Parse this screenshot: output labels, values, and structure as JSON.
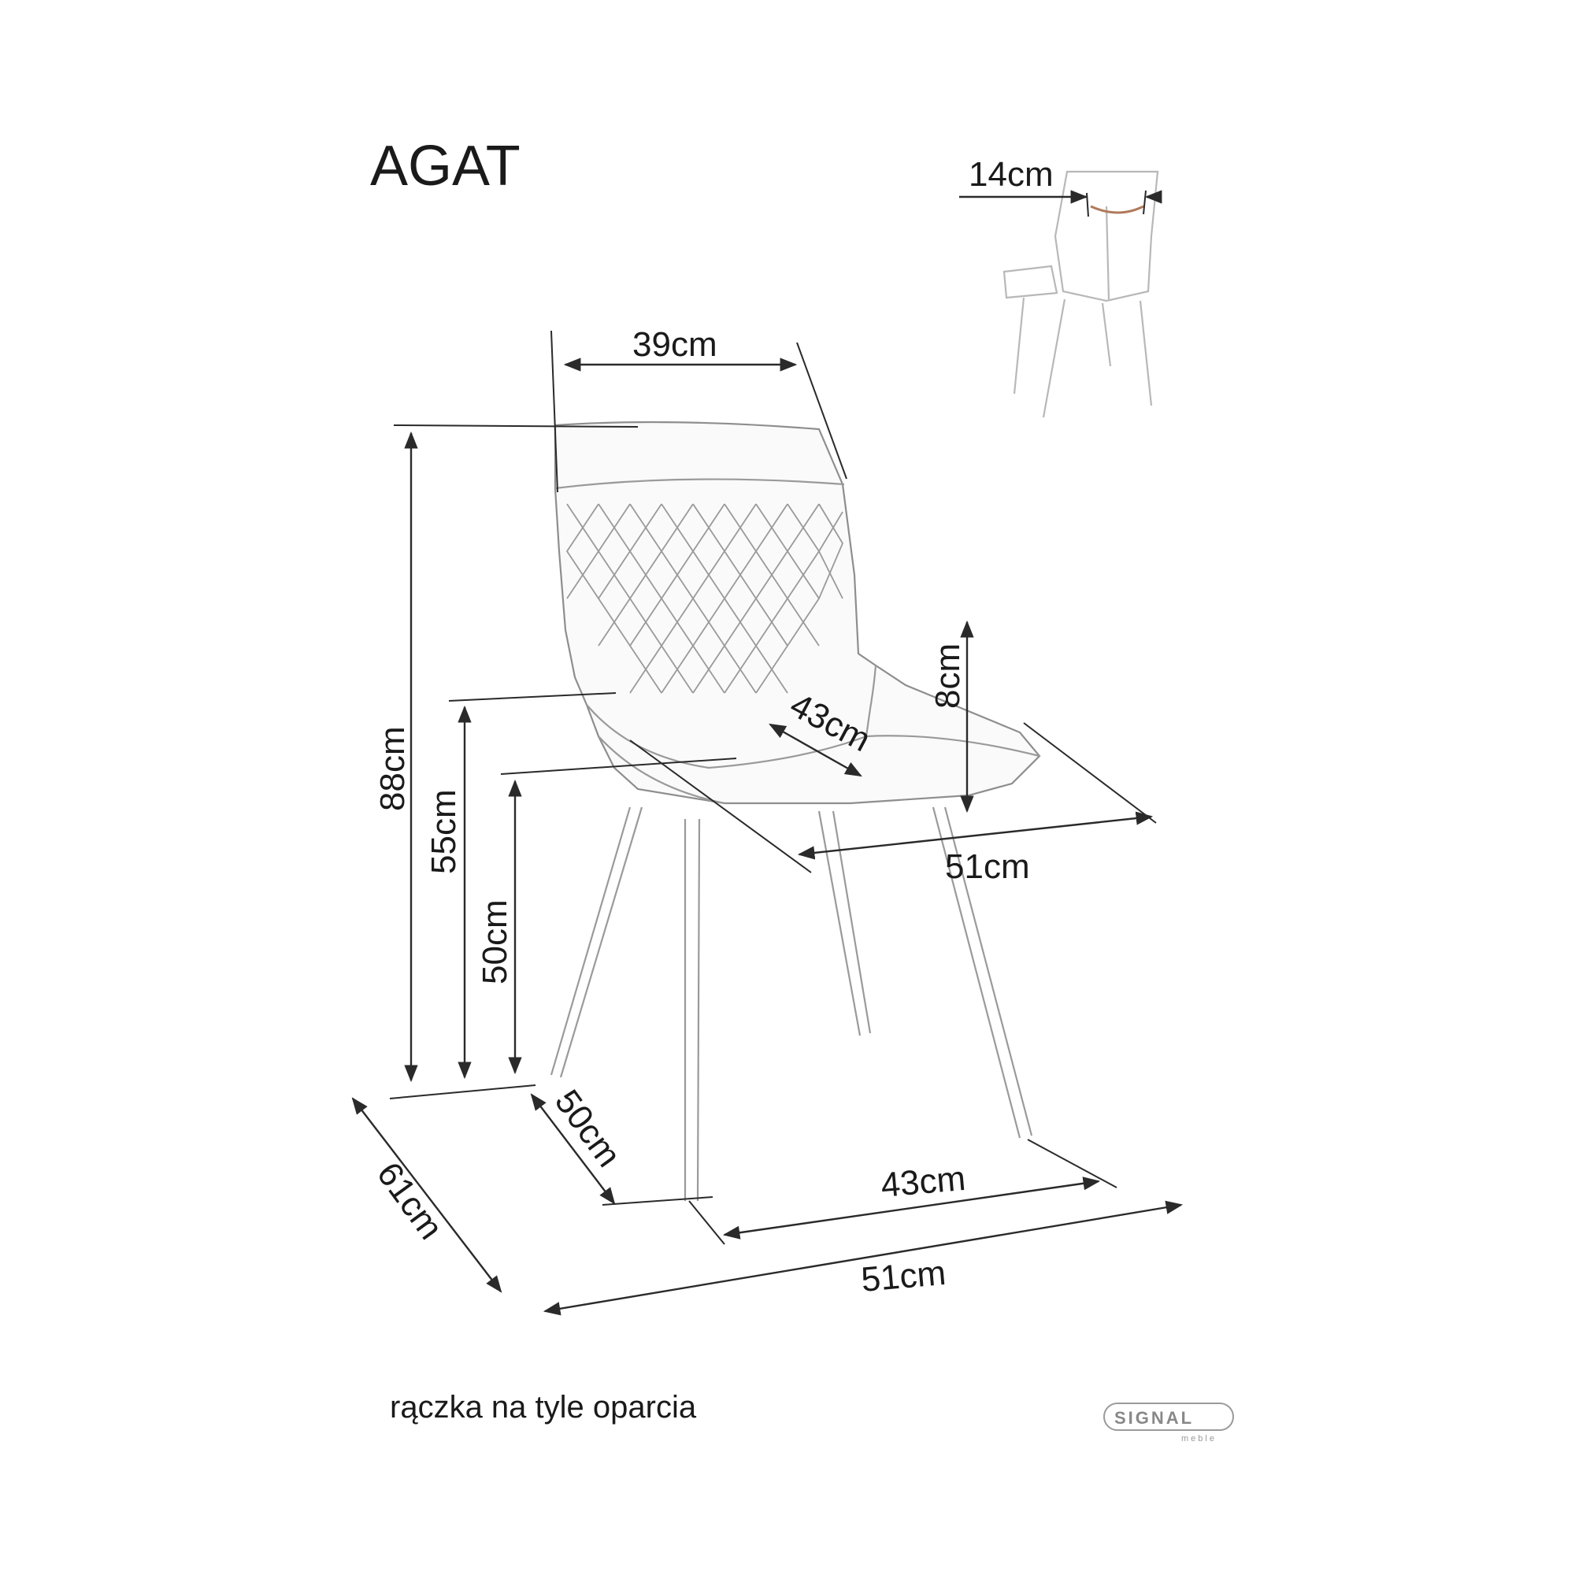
{
  "title": "AGAT",
  "caption": "rączka na tyle oparcia",
  "brand": {
    "name": "SIGNAL",
    "sub": "meble"
  },
  "dimensions": {
    "handle_width": "14cm",
    "backrest_width": "39cm",
    "total_height": "88cm",
    "armrest_height": "55cm",
    "seat_height": "50cm",
    "armrest_above_seat": "8cm",
    "seat_depth": "43cm",
    "seat_width": "51cm",
    "depth_legs": "50cm",
    "total_depth": "61cm",
    "leg_span": "43cm",
    "total_width": "51cm"
  },
  "colors": {
    "ink": "#1a1a1a",
    "chair_line": "#9a9a9a",
    "handle": "#b07a5a"
  }
}
